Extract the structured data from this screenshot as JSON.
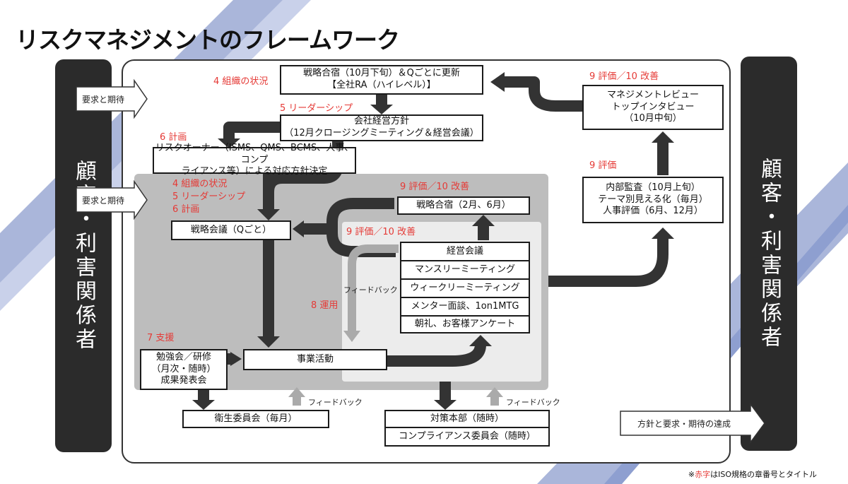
{
  "title": "リスクマネジメントのフレームワーク",
  "stakeholders": "顧客・利害関係者",
  "inputs": [
    "要求と期待",
    "要求と期待"
  ],
  "output": "方針と要求・期待の達成",
  "boxes": {
    "strategy_camp_line1": "戦略合宿（10月下旬）＆Qごとに更新",
    "strategy_camp_line2": "【全社RA（ハイレベル）】",
    "policy_line1": "会社経営方針",
    "policy_line2": "（12月クロージングミーティング＆経営会議）",
    "risk_owner_line1": "リスクオーナー（ISMS、QMS、BCMS、人事、コンプ",
    "risk_owner_line2": "ライアンス等）による対応方針決定",
    "mgmt_review_line1": "マネジメントレビュー",
    "mgmt_review_line2": "トップインタビュー",
    "mgmt_review_line3": "（10月中旬）",
    "audit_line1": "内部監査（10月上旬）",
    "audit_line2": "テーマ別見える化（毎月）",
    "audit_line3": "人事評価（6月、12月）",
    "strategy_meeting": "戦略会議（Qごと）",
    "strategy_camp2": "戦略合宿（2月、6月）",
    "business": "事業活動",
    "study_line1": "勉強会／研修",
    "study_line2": "（月次・随時）",
    "study_line3": "成果発表会",
    "health": "衛生委員会（毎月）",
    "hq": "対策本部（随時）",
    "compliance": "コンプライアンス委員会（随時）",
    "meetings": [
      "経営会議",
      "マンスリーミーティング",
      "ウィークリーミーティング",
      "メンター面談、1on1MTG",
      "朝礼、お客様アンケート"
    ]
  },
  "red_labels": {
    "org1": "4 組織の状況",
    "leader1": "5 リーダーシップ",
    "plan1": "6 計画",
    "org2": "4 組織の状況",
    "leader2": "5 リーダーシップ",
    "plan2": "6 計画",
    "eval_improve_top": "9 評価／10 改善",
    "eval_right": "9 評価",
    "eval_improve_gray": "9 評価／10 改善",
    "eval_improve_mid": "9 評価／10 改善",
    "operation": "8 運用",
    "support": "7 支援"
  },
  "feedback": [
    "フィードバック",
    "フィードバック",
    "フィードバック"
  ],
  "note_prefix": "※",
  "note_red": "赤字",
  "note_suffix": "はISO規格の章番号とタイトル",
  "colors": {
    "red": "#e53935",
    "dark": "#2b2b2b",
    "gray_zone": "#bdbdbd",
    "light_zone": "#ececec",
    "accent": "#8e9fd0"
  }
}
